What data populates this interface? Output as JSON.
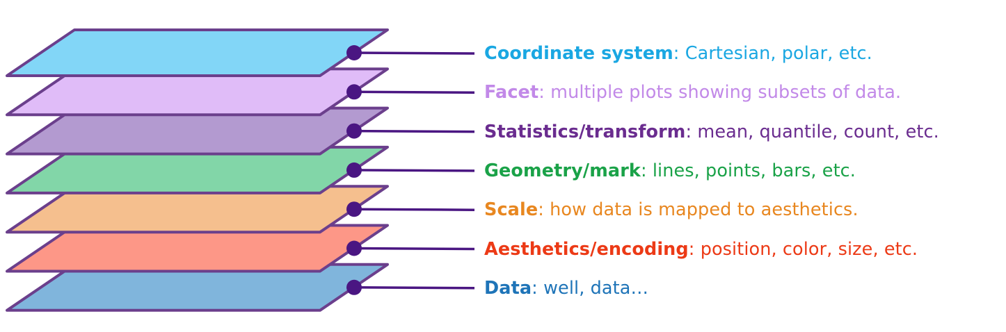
{
  "layers": [
    {
      "name": "Coordinate system",
      "separator": ": ",
      "description": "Cartesian, polar, etc.",
      "text_color": "#1aa7e2",
      "fill_color": "#82d6f7"
    },
    {
      "name": "Facet",
      "separator": ": ",
      "description": "multiple plots showing subsets of data.",
      "text_color": "#c289e8",
      "fill_color": "#e0bcf8"
    },
    {
      "name": "Statistics/transform",
      "separator": ": ",
      "description": "mean, quantile, count, etc.",
      "text_color": "#6a2c8f",
      "fill_color": "#b39ad0"
    },
    {
      "name": "Geometry/mark",
      "separator": ": ",
      "description": "lines, points, bars, etc.",
      "text_color": "#1aa248",
      "fill_color": "#82d6a8"
    },
    {
      "name": "Scale",
      "separator": ": ",
      "description": "how data is mapped to aesthetics.",
      "text_color": "#e88720",
      "fill_color": "#f5bf8e"
    },
    {
      "name": "Aesthetics/encoding",
      "separator": ": ",
      "description": "position, color, size, etc.",
      "text_color": "#ec3a16",
      "fill_color": "#fd9787"
    },
    {
      "name": "Data",
      "separator": ": ",
      "description": "well, data…",
      "text_color": "#1e74b8",
      "fill_color": "#80b5dc"
    }
  ],
  "colors": {
    "outline": "#6b3f8c",
    "connector": "#4a1682"
  }
}
